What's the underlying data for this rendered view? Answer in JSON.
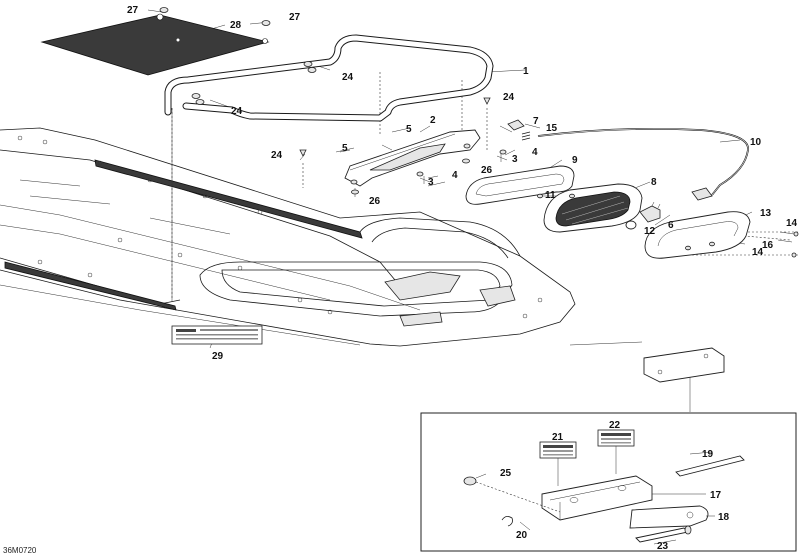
{
  "diagram": {
    "drawing_code": "36M0720",
    "callouts": [
      "1",
      "2",
      "3",
      "3",
      "4",
      "4",
      "5",
      "5",
      "6",
      "7",
      "8",
      "9",
      "10",
      "11",
      "12",
      "13",
      "14",
      "14",
      "15",
      "16",
      "17",
      "18",
      "19",
      "20",
      "21",
      "22",
      "23",
      "24",
      "24",
      "24",
      "24",
      "25",
      "26",
      "26",
      "27",
      "27",
      "28",
      "29"
    ]
  },
  "colors": {
    "line": "#1a1a1a",
    "background": "#ffffff",
    "fill_dark": "#3a3a3a",
    "fill_light": "#e6e6e6"
  }
}
